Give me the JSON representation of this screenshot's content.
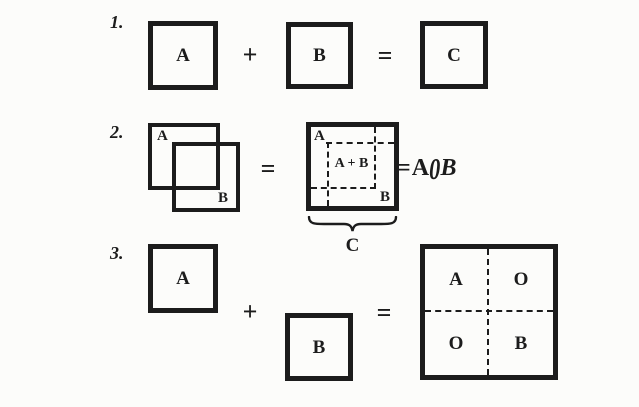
{
  "colors": {
    "ink": "#1c1c1c",
    "paper": "#fcfcfa"
  },
  "row1": {
    "number": "1.",
    "square_a": "A",
    "plus": "+",
    "square_b": "B",
    "equals": "=",
    "square_c": "C"
  },
  "row2": {
    "number": "2.",
    "overlap_front": "A",
    "overlap_back": "B",
    "equals": "=",
    "union_corner_a": "A",
    "union_overlap": "A + B",
    "union_corner_b": "B",
    "brace_label": "C",
    "formula_equals": "=",
    "formula_a": "A",
    "formula_op": "0",
    "formula_b": "B"
  },
  "row3": {
    "number": "3.",
    "square_a": "A",
    "plus": "+",
    "square_b": "B",
    "equals": "=",
    "quad_tl": "A",
    "quad_tr": "O",
    "quad_bl": "O",
    "quad_br": "B"
  }
}
